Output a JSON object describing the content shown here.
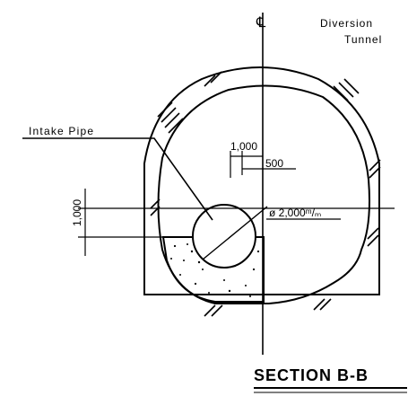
{
  "labels": {
    "center_mark": "℄",
    "tunnel_line1": "Diversion",
    "tunnel_line2": "Tunnel",
    "pipe_label": "Intake Pipe",
    "dim_1000_top": "1,000",
    "dim_500": "500",
    "dim_1000_left": "1,000",
    "diameter": "ø 2,000ᵐ/ₘ",
    "section_title": "SECTION B-B"
  },
  "colors": {
    "ink": "#000000",
    "paper": "#ffffff"
  }
}
